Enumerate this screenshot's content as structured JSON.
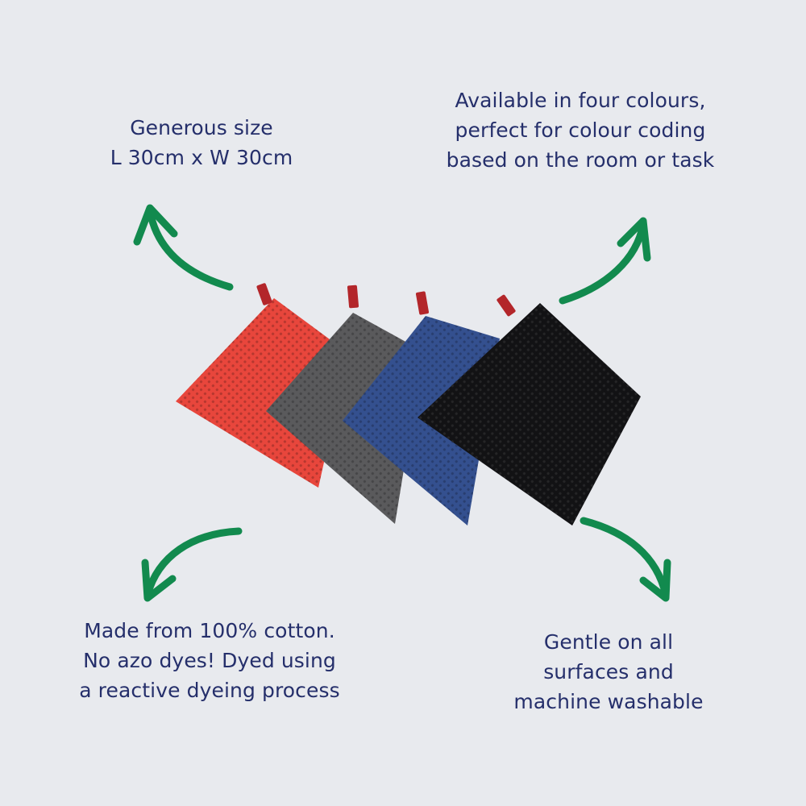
{
  "captions": {
    "size": [
      "Generous size",
      "L 30cm x W 30cm"
    ],
    "colours": [
      "Available in four colours,",
      "perfect for colour coding",
      "based on the room or task"
    ],
    "cotton": [
      "Made from 100% cotton.",
      "No azo dyes! Dyed using",
      "a reactive dyeing process"
    ],
    "gentle": [
      "Gentle on all",
      "surfaces and",
      "machine washable"
    ]
  },
  "colors": {
    "background": "#e8eaee",
    "text": "#252f6b",
    "arrow": "#128a4e",
    "cloth_red": "#e8463c",
    "cloth_grey": "#5a5a5c",
    "cloth_blue": "#34508f",
    "cloth_black": "#121214",
    "tag": "#b3262a"
  },
  "cloths": [
    {
      "name": "red",
      "color_key": "cloth_red"
    },
    {
      "name": "grey",
      "color_key": "cloth_grey"
    },
    {
      "name": "blue",
      "color_key": "cloth_blue"
    },
    {
      "name": "black",
      "color_key": "cloth_black"
    }
  ]
}
